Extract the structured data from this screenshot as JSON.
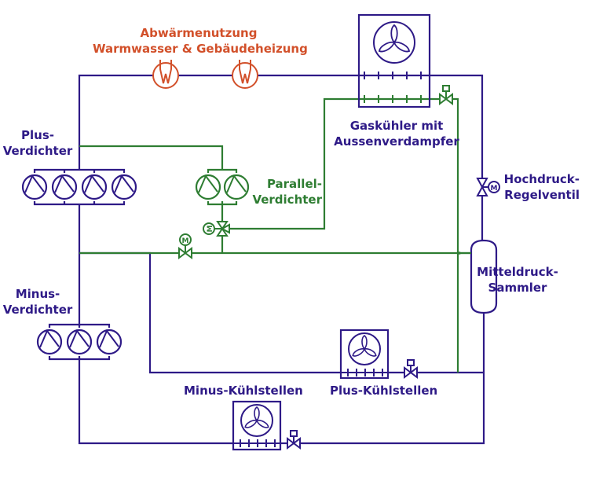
{
  "colors": {
    "high_pressure_line": "#2e1a87",
    "medium_pressure_line": "#2e7d32",
    "heat_recovery": "#d2502a"
  },
  "labels": {
    "heat_recovery": {
      "line1": "Abwärmenutzung",
      "line2": "Warmwasser & Gebäudeheizung"
    },
    "gas_cooler": {
      "line1": "Gaskühler mit",
      "line2": "Aussenverdampfer"
    },
    "plus_compressors": {
      "line1": "Plus-",
      "line2": "Verdichter"
    },
    "parallel_compressors": {
      "line1": "Parallel-",
      "line2": "Verdichter"
    },
    "high_pressure_valve": {
      "line1": "Hochdruck-",
      "line2": "Regelventil"
    },
    "receiver": {
      "line1": "Mitteldruck-",
      "line2": "Sammler"
    },
    "minus_compressors": {
      "line1": "Minus-",
      "line2": "Verdichter"
    },
    "plus_cooling": "Plus-Kühlstellen",
    "minus_cooling": "Minus-Kühlstellen"
  },
  "components": {
    "plus_compressor_count": 4,
    "parallel_compressor_count": 2,
    "minus_compressor_count": 3,
    "heat_exchanger_count": 2,
    "heat_exchanger_symbol": "W",
    "motor_symbol": "M"
  }
}
